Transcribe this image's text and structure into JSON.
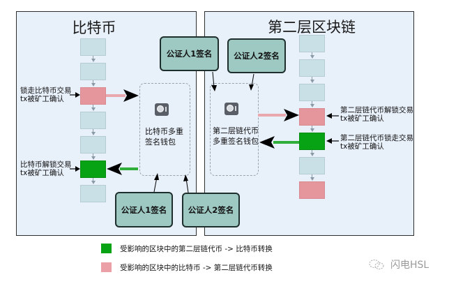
{
  "panels": {
    "left": {
      "title": "比特币"
    },
    "right": {
      "title": "第二层区块链"
    }
  },
  "left_chain": {
    "blocks": [
      "normal",
      "normal",
      "pink",
      "normal",
      "normal",
      "green",
      "normal"
    ],
    "labels": {
      "lock": "锁走比特币交易\ntx被矿工确认",
      "unlock": "比特币解锁交易\ntx被矿工确认"
    }
  },
  "right_chain": {
    "blocks": [
      "normal",
      "normal",
      "normal",
      "pink",
      "green",
      "normal",
      "pink"
    ],
    "labels": {
      "unlock": "第二层链代币解锁交易\ntx被矿工确认",
      "lock": "第二层链代币锁走交易\ntx被矿工确认"
    }
  },
  "wallets": {
    "left": {
      "label": "比特币多重\n签名钱包",
      "icon": "safe-icon"
    },
    "right": {
      "label": "第二层链代币\n多重签名钱包",
      "icon": "safe-icon"
    }
  },
  "notaries": {
    "top_1": "公证人1签名",
    "top_2": "公证人2签名",
    "bottom_1": "公证人1签名",
    "bottom_2": "公证人2签名"
  },
  "legend": [
    {
      "color": "#07a315",
      "text": "受影响的区块中的第二层链代币 -> 比特币转换"
    },
    {
      "color": "#eaa0a6",
      "text": "受影响的区块中的比特币 -> 第二层链代币转换"
    }
  ],
  "colors": {
    "green": "#07a315",
    "pink": "#e4969c",
    "block": "#c8e0e6",
    "notary": "#9ec9c3",
    "panel": "#e8f0fa"
  },
  "watermark": {
    "icon": "wechat-icon",
    "text": "闪电HSL"
  }
}
